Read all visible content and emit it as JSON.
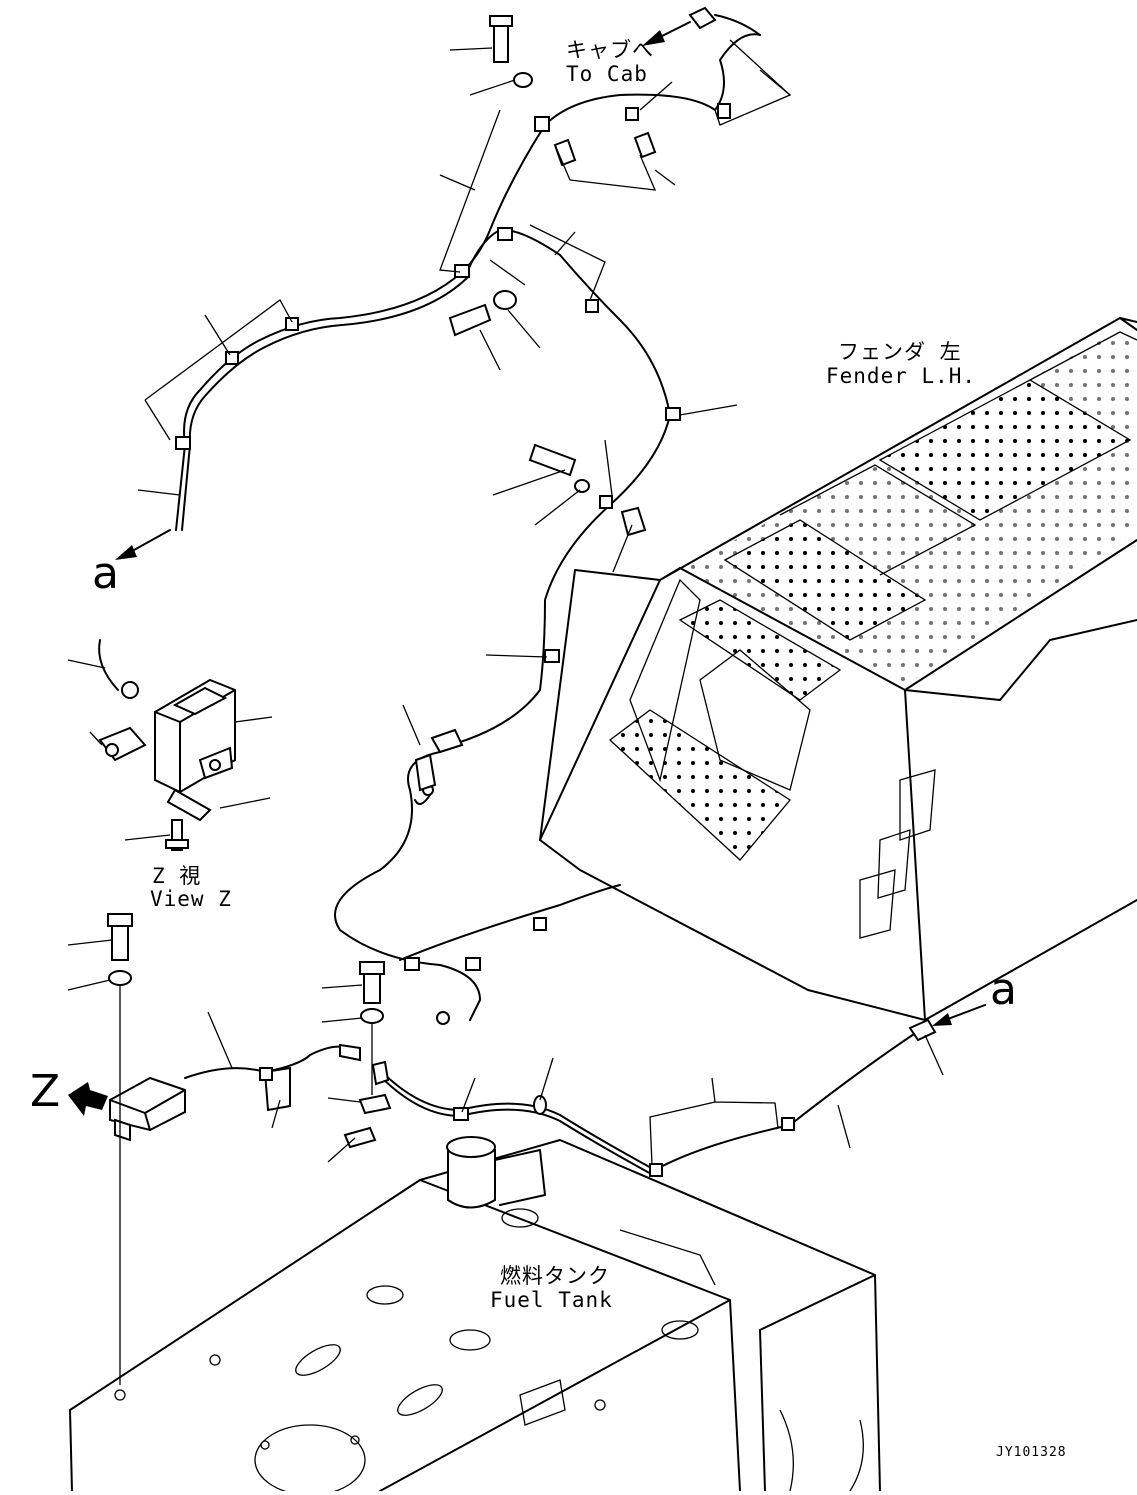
{
  "labels": {
    "to_cab_ja": "キャブへ",
    "to_cab_en": "To Cab",
    "fender_ja": "フェンダ 左",
    "fender_en": "Fender L.H.",
    "view_ja": "Z 視",
    "view_en": "View Z",
    "fuel_ja": "燃料タンク",
    "fuel_en": "Fuel Tank",
    "ref_a_left": "a",
    "ref_a_right": "a",
    "view_marker": "Z",
    "drawing_code": "JY101328"
  },
  "colors": {
    "line": "#000000",
    "background": "#ffffff"
  }
}
